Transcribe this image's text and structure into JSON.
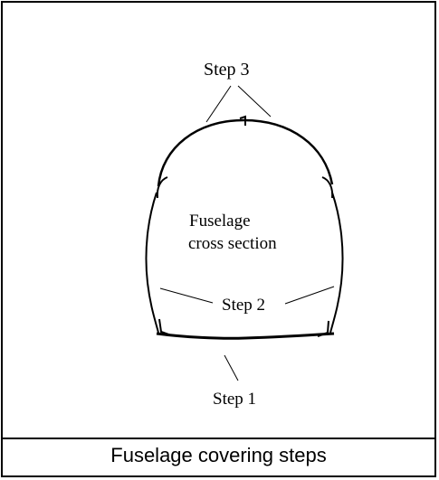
{
  "diagram": {
    "labels": {
      "step3": "Step 3",
      "fuselage_line1": "Fuselage",
      "fuselage_line2": "cross section",
      "step2": "Step 2",
      "step1": "Step 1"
    }
  },
  "caption": "Fuselage covering steps",
  "colors": {
    "ink": "#000000",
    "background": "#ffffff"
  }
}
